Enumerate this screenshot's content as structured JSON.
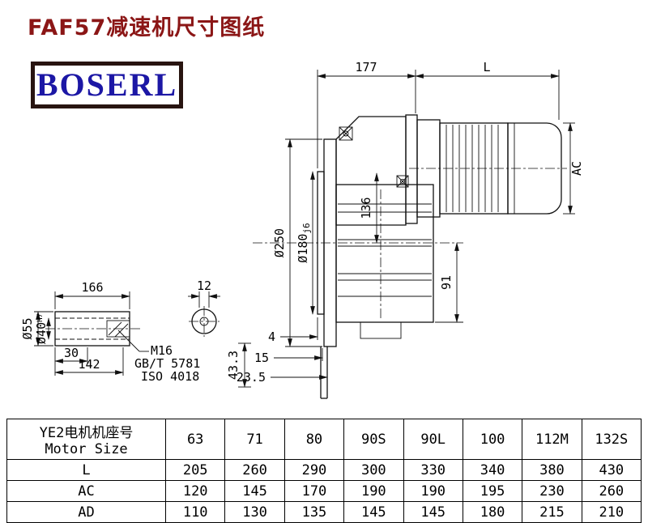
{
  "page": {
    "title": "FAF57减速机尺寸图纸",
    "logo": "BOSERL"
  },
  "drawing": {
    "dims": {
      "top_177": "177",
      "top_L": "L",
      "ac": "AC",
      "dia250": "Ø250",
      "dia180_main": "Ø180",
      "dia180_tol": "j6",
      "d136": "136",
      "d91": "91",
      "d4": "4",
      "d15": "15",
      "d23_5": "23.5",
      "shaft_166": "166",
      "shaft_12": "12",
      "shaft_30": "30",
      "shaft_142": "142",
      "dia55": "Ø55",
      "dia40_main": "Ø40",
      "dia40_tol": "H7",
      "thread": "M16",
      "std1": "GB/T 5781",
      "std2": "ISO 4018",
      "d43_3": "43.3"
    }
  },
  "table": {
    "header_label_cn": "YE2电机机座号",
    "header_label_en": "Motor Size",
    "columns": [
      "63",
      "71",
      "80",
      "90S",
      "90L",
      "100",
      "112M",
      "132S"
    ],
    "rows": [
      {
        "label": "L",
        "values": [
          "205",
          "260",
          "290",
          "300",
          "330",
          "340",
          "380",
          "430"
        ]
      },
      {
        "label": "AC",
        "values": [
          "120",
          "145",
          "170",
          "190",
          "190",
          "195",
          "230",
          "260"
        ]
      },
      {
        "label": "AD",
        "values": [
          "110",
          "130",
          "135",
          "145",
          "145",
          "180",
          "215",
          "210"
        ]
      }
    ]
  }
}
